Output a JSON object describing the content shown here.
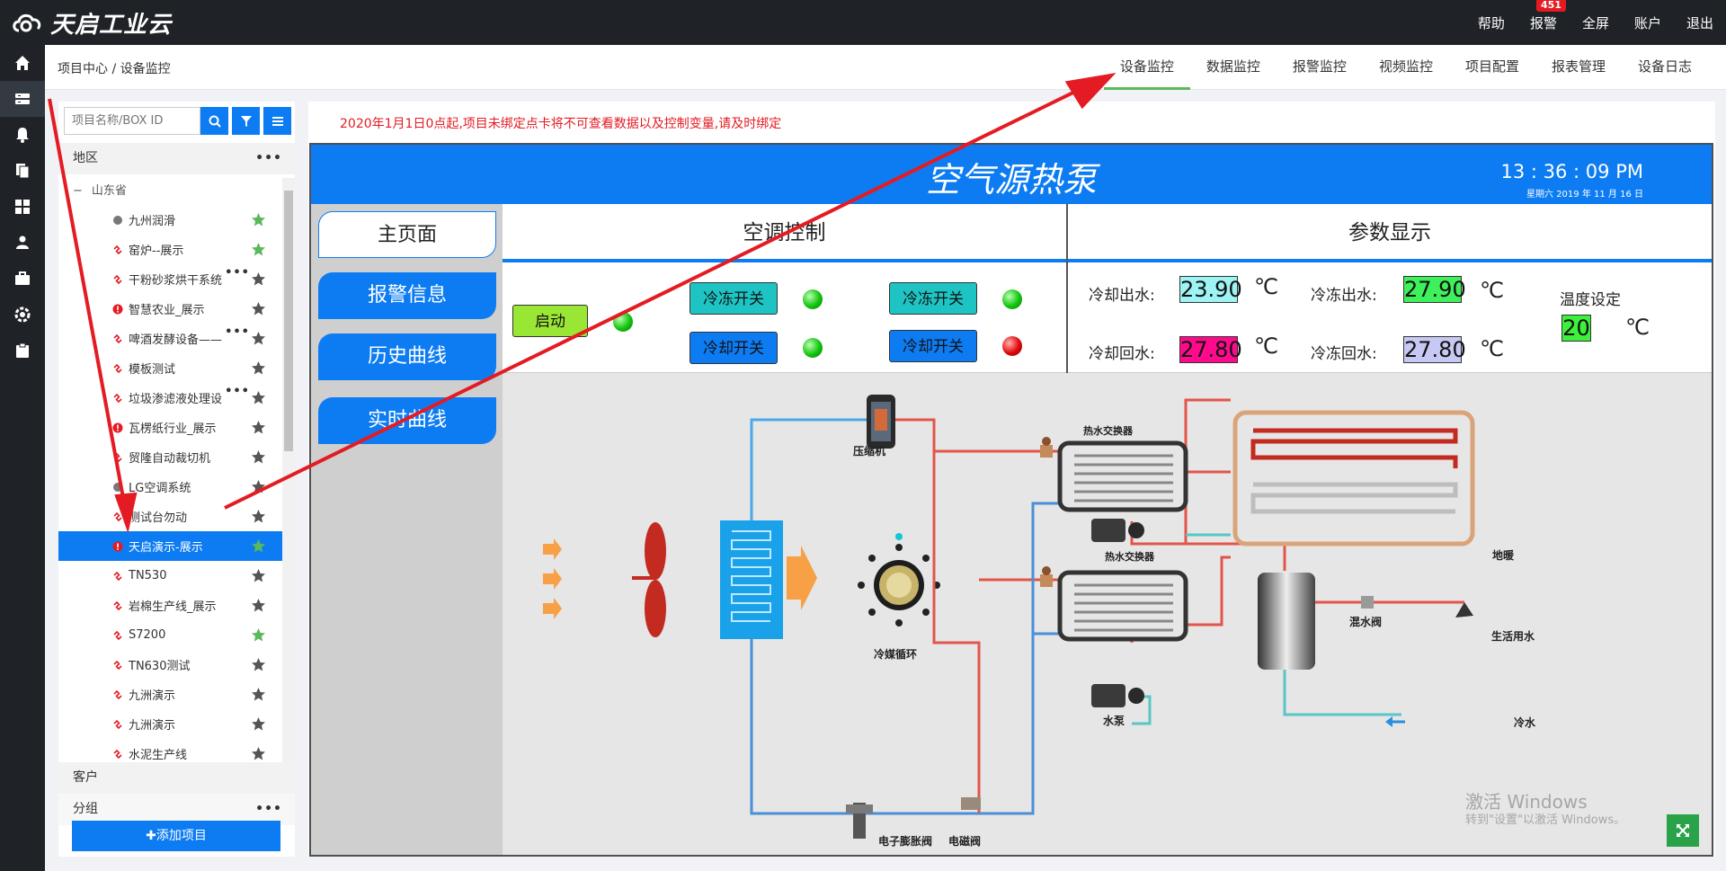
{
  "app": {
    "logo_text": "天启工业云"
  },
  "topnav": {
    "help": "帮助",
    "alarm": "报警",
    "alarm_count": "451",
    "fullscreen": "全屏",
    "account": "账户",
    "logout": "退出"
  },
  "sidebar_icons": [
    "home-icon",
    "monitor-icon",
    "bell-icon",
    "documents-icon",
    "grid-icon",
    "users-icon",
    "briefcase-icon",
    "settings-icon",
    "clipboard-icon"
  ],
  "breadcrumb": "项目中心 / 设备监控",
  "tabs": [
    {
      "label": "设备监控",
      "active": true
    },
    {
      "label": "数据监控"
    },
    {
      "label": "报警监控"
    },
    {
      "label": "视频监控"
    },
    {
      "label": "项目配置"
    },
    {
      "label": "报表管理"
    },
    {
      "label": "设备日志"
    }
  ],
  "left_panel": {
    "search_placeholder": "项目名称/BOX ID",
    "region_label": "地区",
    "province": "山东省",
    "items": [
      {
        "name": "九州润滑",
        "status": "offline",
        "star": "green"
      },
      {
        "name": "窑炉--展示",
        "status": "link",
        "star": "green"
      },
      {
        "name": "干粉砂浆烘干系统",
        "status": "link",
        "star": "gray",
        "more": true
      },
      {
        "name": "智慧农业_展示",
        "status": "alarm",
        "star": "gray"
      },
      {
        "name": "啤酒发酵设备——",
        "status": "link",
        "star": "gray",
        "more": true
      },
      {
        "name": "模板测试",
        "status": "link",
        "star": "gray"
      },
      {
        "name": "垃圾渗滤液处理设",
        "status": "link",
        "star": "gray",
        "more": true
      },
      {
        "name": "瓦楞纸行业_展示",
        "status": "alarm",
        "star": "gray"
      },
      {
        "name": "贸隆自动裁切机",
        "status": "link",
        "star": "gray"
      },
      {
        "name": "LG空调系统",
        "status": "offline",
        "star": "gray"
      },
      {
        "name": "测试台勿动",
        "status": "link",
        "star": "gray"
      },
      {
        "name": "天启演示-展示",
        "status": "alarm",
        "star": "green",
        "selected": true
      },
      {
        "name": "TN530",
        "status": "link",
        "star": "gray"
      },
      {
        "name": "岩棉生产线_展示",
        "status": "link",
        "star": "gray"
      },
      {
        "name": "S7200",
        "status": "link",
        "star": "green"
      },
      {
        "name": "TN630测试",
        "status": "link",
        "star": "gray"
      },
      {
        "name": "九洲演示",
        "status": "link",
        "star": "gray"
      },
      {
        "name": "九洲演示",
        "status": "link",
        "star": "gray"
      },
      {
        "name": "水泥生产线",
        "status": "link",
        "star": "gray"
      }
    ],
    "customer_label": "客户",
    "group_label": "分组",
    "add_button": "✚添加项目"
  },
  "warning": "2020年1月1日0点起,项目未绑定点卡将不可查看数据以及控制变量,请及时绑定",
  "scada": {
    "title": "空气源热泵",
    "time": "13 : 36 : 09  PM",
    "date": "星期六    2019 年 11 月 16 日",
    "menu": [
      "主页面",
      "报警信息",
      "历史曲线",
      "实时曲线"
    ],
    "ac_control_title": "空调控制",
    "params_title": "参数显示",
    "start_button": "启动",
    "freeze_switch": "冷冻开关",
    "cool_switch": "冷却开关",
    "params": {
      "cool_out_label": "冷却出水:",
      "cool_out_value": "23.90",
      "freeze_out_label": "冷冻出水:",
      "freeze_out_value": "27.90",
      "cool_ret_label": "冷却回水:",
      "cool_ret_value": "27.80",
      "freeze_ret_label": "冷冻回水:",
      "freeze_ret_value": "27.80",
      "temp_set_label": "温度设定",
      "temp_set_value": "20",
      "unit": "℃"
    },
    "colors": {
      "cool_out": "#9ef4f4",
      "freeze_out": "#3ef05a",
      "cool_ret": "#ff0a8c",
      "freeze_ret": "#c8c8f4",
      "temp_set": "#3cf03c"
    },
    "diagram_labels": {
      "compressor": "压缩机",
      "refrigerant": "冷媒循环",
      "hx1": "热水交换器",
      "hx2": "热水交换器",
      "floor_heat": "地暖",
      "mix_valve": "混水阀",
      "domestic_water": "生活用水",
      "cold_water": "冷水",
      "pump": "水泵",
      "exp_valve": "电子膨胀阀",
      "solenoid": "电磁阀"
    }
  },
  "watermark": {
    "line1": "激活 Windows",
    "line2": "转到\"设置\"以激活 Windows。"
  }
}
